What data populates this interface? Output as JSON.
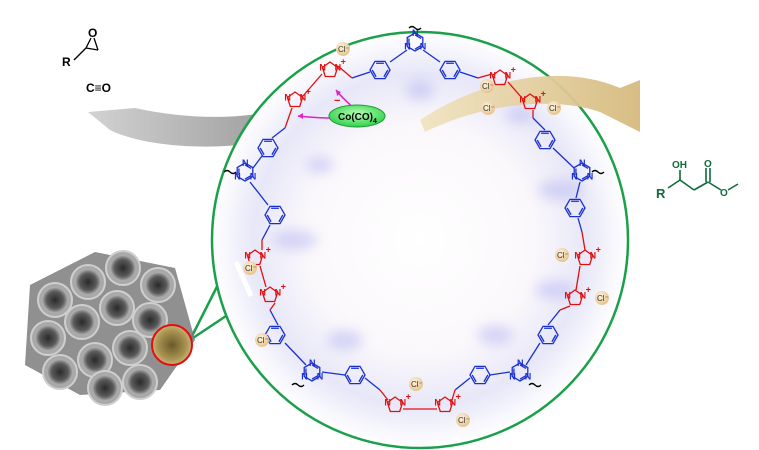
{
  "reactants": {
    "epoxide_R": "R",
    "epoxide_O": "O",
    "carbon_monoxide": "C≡O"
  },
  "catalyst": {
    "label": "Co(CO)",
    "subscript": "4",
    "anion_charge": "−"
  },
  "product": {
    "R": "R",
    "OH": "OH",
    "O_carbonyl": "O",
    "O_ester": "O"
  },
  "framework": {
    "triazine_N": "N",
    "imidazolium_N": "N",
    "cation_charge": "+",
    "counter_ion": "Cl⁻"
  },
  "colors": {
    "ring_border": "#1aa04a",
    "linker_blue": "#1a2fd0",
    "imidazolium_red": "#e01010",
    "catalyst_fill": "#3fe05a",
    "product_green": "#0f6b3a",
    "arrow_tan": "#d9c089",
    "arrow_gray": "#a8a8a8",
    "counter_ion_fill": "#f2d7a8",
    "interaction_magenta": "#e020c8"
  }
}
